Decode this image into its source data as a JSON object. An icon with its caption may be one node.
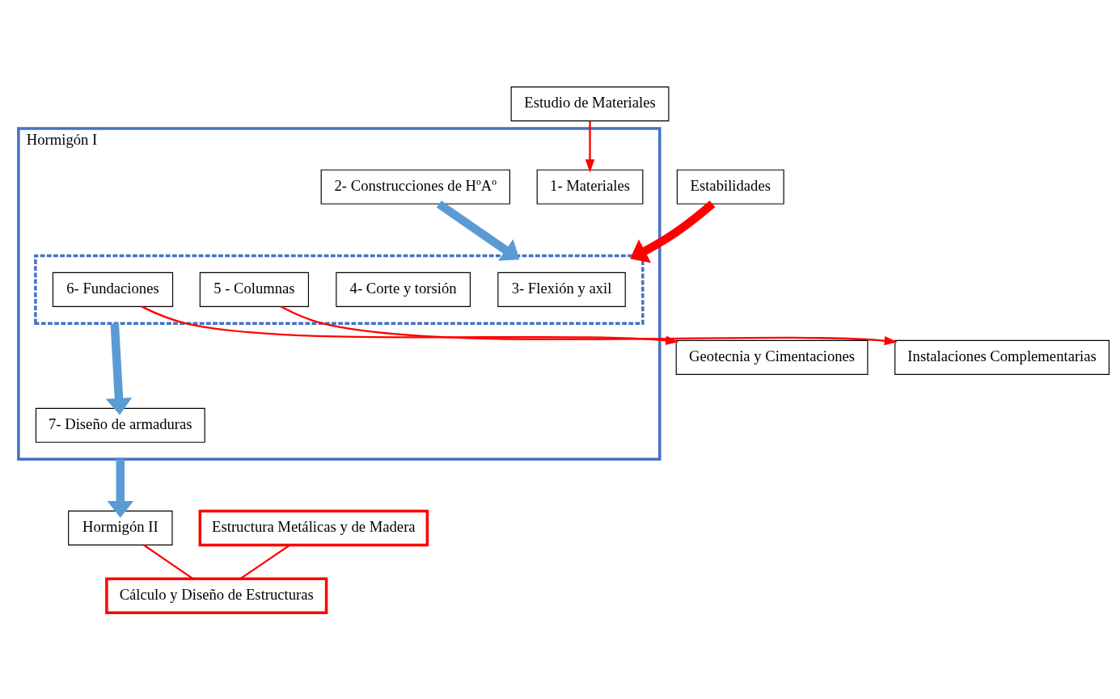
{
  "diagram": {
    "nodes": [
      {
        "text": [
          "Estudio de Materiales"
        ]
      },
      {
        "text": [
          "Hormigón I"
        ]
      },
      {
        "text": [
          "1- Materiales"
        ],
        "in": 1
      },
      {
        "text": [
          "2- Construcciones de HºAº"
        ],
        "in": 1
      },
      {
        "text": [],
        "shape": "box",
        "in": 1
      },
      {
        "text": [
          "3- Flexión y axil"
        ],
        "in": 4
      },
      {
        "text": [
          "4- Corte y torsión"
        ],
        "in": 4
      },
      {
        "text": [
          "5 - Columnas"
        ],
        "in": 4
      },
      {
        "text": [
          "6- Fundaciones"
        ],
        "in": 4
      },
      {
        "text": [
          "7- Diseño de armaduras"
        ],
        "in": 1
      },
      {
        "text": [
          "Estabilidades"
        ]
      },
      {
        "text": [
          "Instalaciones Complementarias"
        ]
      },
      {
        "text": [
          "Geotecnia y Cimentaciones"
        ]
      },
      {
        "text": [
          "Hormigón II"
        ]
      },
      {
        "text": [
          "Estructura Metálicas y de Madera"
        ]
      },
      {
        "text": [
          "Cálculo y Diseño de Estructuras"
        ]
      }
    ],
    "edges": [
      {
        "from": 0,
        "to": 2,
        "arrow": "to"
      },
      {
        "from": 3,
        "to": 4,
        "arrow": "to",
        "style": "thick",
        "color": "#5b9bd5"
      },
      {
        "from": 10,
        "to": 4,
        "arrow": "to",
        "style": "thick"
      },
      {
        "from": 7,
        "to": 11,
        "arrow": "to"
      },
      {
        "from": 8,
        "to": 12,
        "arrow": "to"
      },
      {
        "from": 4,
        "to": 9,
        "arrow": "to",
        "style": "thick",
        "color": "#5b9bd5"
      },
      {
        "from": 1,
        "to": 13,
        "arrow": "to",
        "style": "thick",
        "color": "#5b9bd5"
      },
      {
        "from": 13,
        "to": 15,
        "arrow": "none"
      },
      {
        "from": 14,
        "to": 15,
        "arrow": "none"
      }
    ]
  }
}
